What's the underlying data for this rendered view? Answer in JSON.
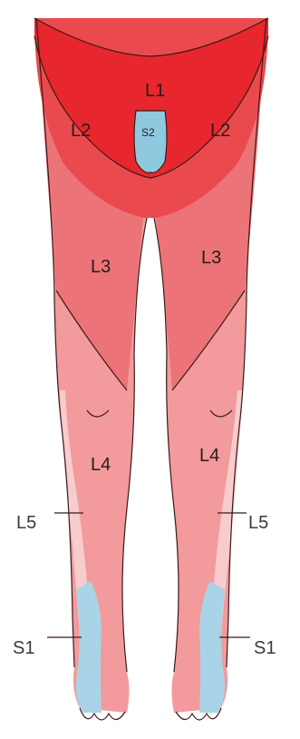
{
  "colors": {
    "L1": "#e8262e",
    "L2": "#ea4a4d",
    "L3": "#ec7478",
    "L4": "#f39a9c",
    "L5": "#f7cccc",
    "S1": "#a9d3e6",
    "S2": "#8fc9e0",
    "outline": "#3a1a1a"
  },
  "labels": {
    "L1": "L1",
    "L2_left": "L2",
    "L2_right": "L2",
    "S2": "S2",
    "L3_left": "L3",
    "L3_right": "L3",
    "L4_left": "L4",
    "L4_right": "L4",
    "L5_left": "L5",
    "L5_right": "L5",
    "S1_left": "S1",
    "S1_right": "S1"
  }
}
